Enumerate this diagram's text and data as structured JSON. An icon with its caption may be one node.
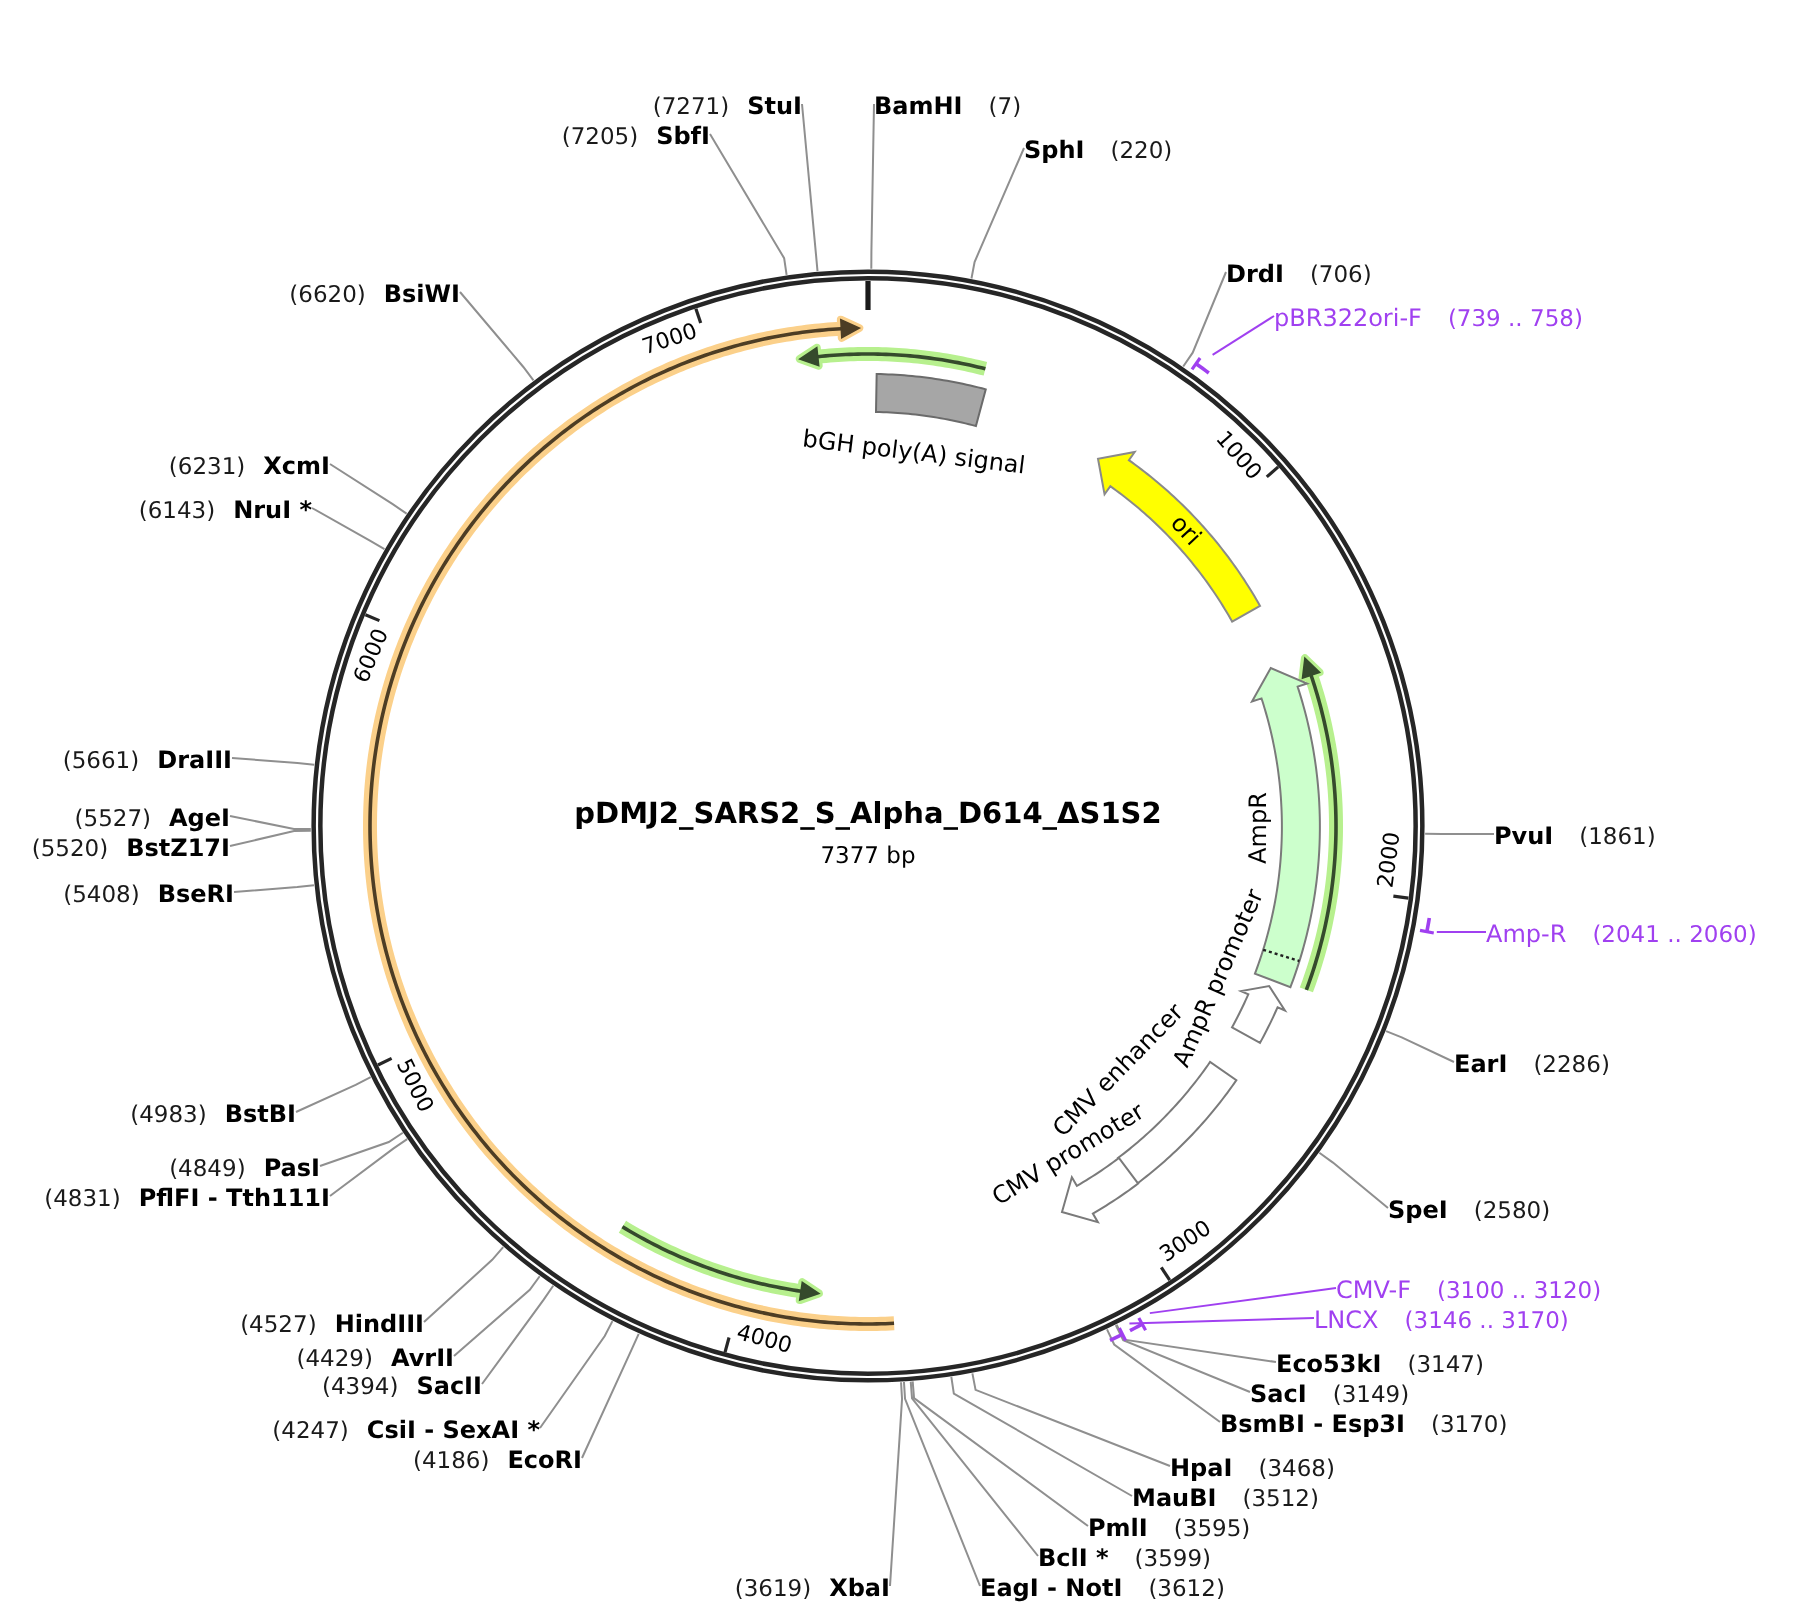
{
  "diagram": {
    "nodes": [
      {
        "text": [
          "pDMJ2_SARS2_S_Alpha_D614_ΔS1S2",
          "7377 bp"
        ]
      },
      {
        "text": [
          "bGH poly(A) signal"
        ],
        "in": 0
      },
      {
        "text": [
          "ori"
        ],
        "in": 0
      },
      {
        "text": [
          "AmpR"
        ],
        "in": 0
      },
      {
        "text": [
          "AmpR promoter"
        ],
        "in": 0
      },
      {
        "text": [
          "CMV enhancer"
        ],
        "in": 0
      },
      {
        "text": [
          "CMV promoter"
        ],
        "in": 0
      },
      {
        "text": [
          "BamHI"
        ],
        "beside": [
          "(7)"
        ]
      },
      {
        "text": [
          "SphI"
        ],
        "beside": [
          "(220)"
        ]
      },
      {
        "text": [
          "DrdI"
        ],
        "beside": [
          "(706)"
        ]
      },
      {
        "text": [
          "pBR322ori-F"
        ],
        "beside": [
          "(739 .. 758)"
        ]
      },
      {
        "text": [],
        "shape": "arrow"
      },
      {
        "text": [
          "PvuI"
        ],
        "beside": [
          "(1861)"
        ]
      },
      {
        "text": [
          "Amp-R"
        ],
        "beside": [
          "(2041 .. 2060)"
        ]
      },
      {
        "text": [],
        "shape": "arrow"
      },
      {
        "text": [
          "EarI"
        ],
        "beside": [
          "(2286)"
        ]
      },
      {
        "text": [
          "SpeI"
        ],
        "beside": [
          "(2580)"
        ]
      },
      {
        "text": [
          "CMV-F"
        ],
        "beside": [
          "(3100 .. 3120)"
        ]
      },
      {
        "text": [],
        "shape": "arrow"
      },
      {
        "text": [
          "LNCX"
        ],
        "beside": [
          "(3146 .. 3170)"
        ]
      },
      {
        "text": [],
        "shape": "arrow"
      },
      {
        "text": [
          "Eco53kI"
        ],
        "beside": [
          "(3147)"
        ]
      },
      {
        "text": [
          "SacI"
        ],
        "beside": [
          "(3149)"
        ]
      },
      {
        "text": [
          "BsmBI - Esp3I"
        ],
        "beside": [
          "(3170)"
        ]
      },
      {
        "text": [
          "HpaI"
        ],
        "beside": [
          "(3468)"
        ]
      },
      {
        "text": [
          "MauBI"
        ],
        "beside": [
          "(3512)"
        ]
      },
      {
        "text": [
          "PmlI"
        ],
        "beside": [
          "(3595)"
        ]
      },
      {
        "text": [
          "BclI *"
        ],
        "beside": [
          "(3599)"
        ]
      },
      {
        "text": [
          "EagI - NotI"
        ],
        "beside": [
          "(3612)"
        ]
      },
      {
        "text": [
          "XbaI"
        ],
        "beside": [
          "(3619)"
        ]
      },
      {
        "text": [
          "EcoRI"
        ],
        "beside": [
          "(4186)"
        ]
      },
      {
        "text": [
          "CsiI - SexAI *"
        ],
        "beside": [
          "(4247)"
        ]
      },
      {
        "text": [
          "SacII"
        ],
        "beside": [
          "(4394)"
        ]
      },
      {
        "text": [
          "AvrII"
        ],
        "beside": [
          "(4429)"
        ]
      },
      {
        "text": [
          "HindIII"
        ],
        "beside": [
          "(4527)"
        ]
      },
      {
        "text": [
          "PflFI - Tth111I"
        ],
        "beside": [
          "(4831)"
        ]
      },
      {
        "text": [
          "PasI"
        ],
        "beside": [
          "(4849)"
        ]
      },
      {
        "text": [
          "BstBI"
        ],
        "beside": [
          "(4983)"
        ]
      },
      {
        "text": [
          "BseRI"
        ],
        "beside": [
          "(5408)"
        ]
      },
      {
        "text": [
          "BstZ17I"
        ],
        "beside": [
          "(5520)"
        ]
      },
      {
        "text": [
          "AgeI"
        ],
        "beside": [
          "(5527)"
        ]
      },
      {
        "text": [
          "DraIII"
        ],
        "beside": [
          "(5661)"
        ]
      },
      {
        "text": [
          "NruI *"
        ],
        "beside": [
          "(6143)"
        ]
      },
      {
        "text": [
          "XcmI"
        ],
        "beside": [
          "(6231)"
        ]
      },
      {
        "text": [
          "BsiWI"
        ],
        "beside": [
          "(6620)"
        ]
      },
      {
        "text": [
          "SbfI"
        ],
        "beside": [
          "(7205)"
        ]
      },
      {
        "text": [
          "StuI"
        ],
        "beside": [
          "(7271)"
        ]
      }
    ],
    "edges": [
      {
        "from": 7,
        "to": 0,
        "arrow": "none"
      },
      {
        "from": 8,
        "to": 0,
        "arrow": "none"
      },
      {
        "from": 9,
        "to": 0,
        "arrow": "none"
      },
      {
        "from": 10,
        "to": 11,
        "arrow": "none",
        "color": "#a040f0"
      },
      {
        "from": 12,
        "to": 0,
        "arrow": "none"
      },
      {
        "from": 13,
        "to": 14,
        "arrow": "none",
        "color": "#a040f0"
      },
      {
        "from": 15,
        "to": 0,
        "arrow": "none"
      },
      {
        "from": 16,
        "to": 0,
        "arrow": "none"
      },
      {
        "from": 17,
        "to": 18,
        "arrow": "none",
        "color": "#a040f0"
      },
      {
        "from": 19,
        "to": 20,
        "arrow": "none",
        "color": "#a040f0"
      },
      {
        "from": 21,
        "to": 0,
        "arrow": "none"
      },
      {
        "from": 22,
        "to": 0,
        "arrow": "none"
      },
      {
        "from": 23,
        "to": 0,
        "arrow": "none"
      },
      {
        "from": 24,
        "to": 0,
        "arrow": "none"
      },
      {
        "from": 25,
        "to": 0,
        "arrow": "none"
      },
      {
        "from": 26,
        "to": 0,
        "arrow": "none"
      },
      {
        "from": 27,
        "to": 0,
        "arrow": "none"
      },
      {
        "from": 28,
        "to": 0,
        "arrow": "none"
      },
      {
        "from": 29,
        "to": 0,
        "arrow": "none"
      },
      {
        "from": 30,
        "to": 0,
        "arrow": "none"
      },
      {
        "from": 31,
        "to": 0,
        "arrow": "none"
      },
      {
        "from": 32,
        "to": 0,
        "arrow": "none"
      },
      {
        "from": 33,
        "to": 0,
        "arrow": "none"
      },
      {
        "from": 34,
        "to": 0,
        "arrow": "none"
      },
      {
        "from": 35,
        "to": 0,
        "arrow": "none"
      },
      {
        "from": 36,
        "to": 0,
        "arrow": "none"
      },
      {
        "from": 37,
        "to": 0,
        "arrow": "none"
      },
      {
        "from": 38,
        "to": 0,
        "arrow": "none"
      },
      {
        "from": 39,
        "to": 0,
        "arrow": "none"
      },
      {
        "from": 40,
        "to": 0,
        "arrow": "none"
      },
      {
        "from": 41,
        "to": 0,
        "arrow": "none"
      },
      {
        "from": 42,
        "to": 0,
        "arrow": "none"
      },
      {
        "from": 43,
        "to": 0,
        "arrow": "none"
      },
      {
        "from": 44,
        "to": 0,
        "arrow": "none"
      },
      {
        "from": 45,
        "to": 0,
        "arrow": "none"
      },
      {
        "from": 46,
        "to": 0,
        "arrow": "none"
      }
    ],
    "labels": [
      "1000",
      "2000",
      "3000",
      "4000",
      "5000",
      "6000",
      "7000"
    ]
  }
}
